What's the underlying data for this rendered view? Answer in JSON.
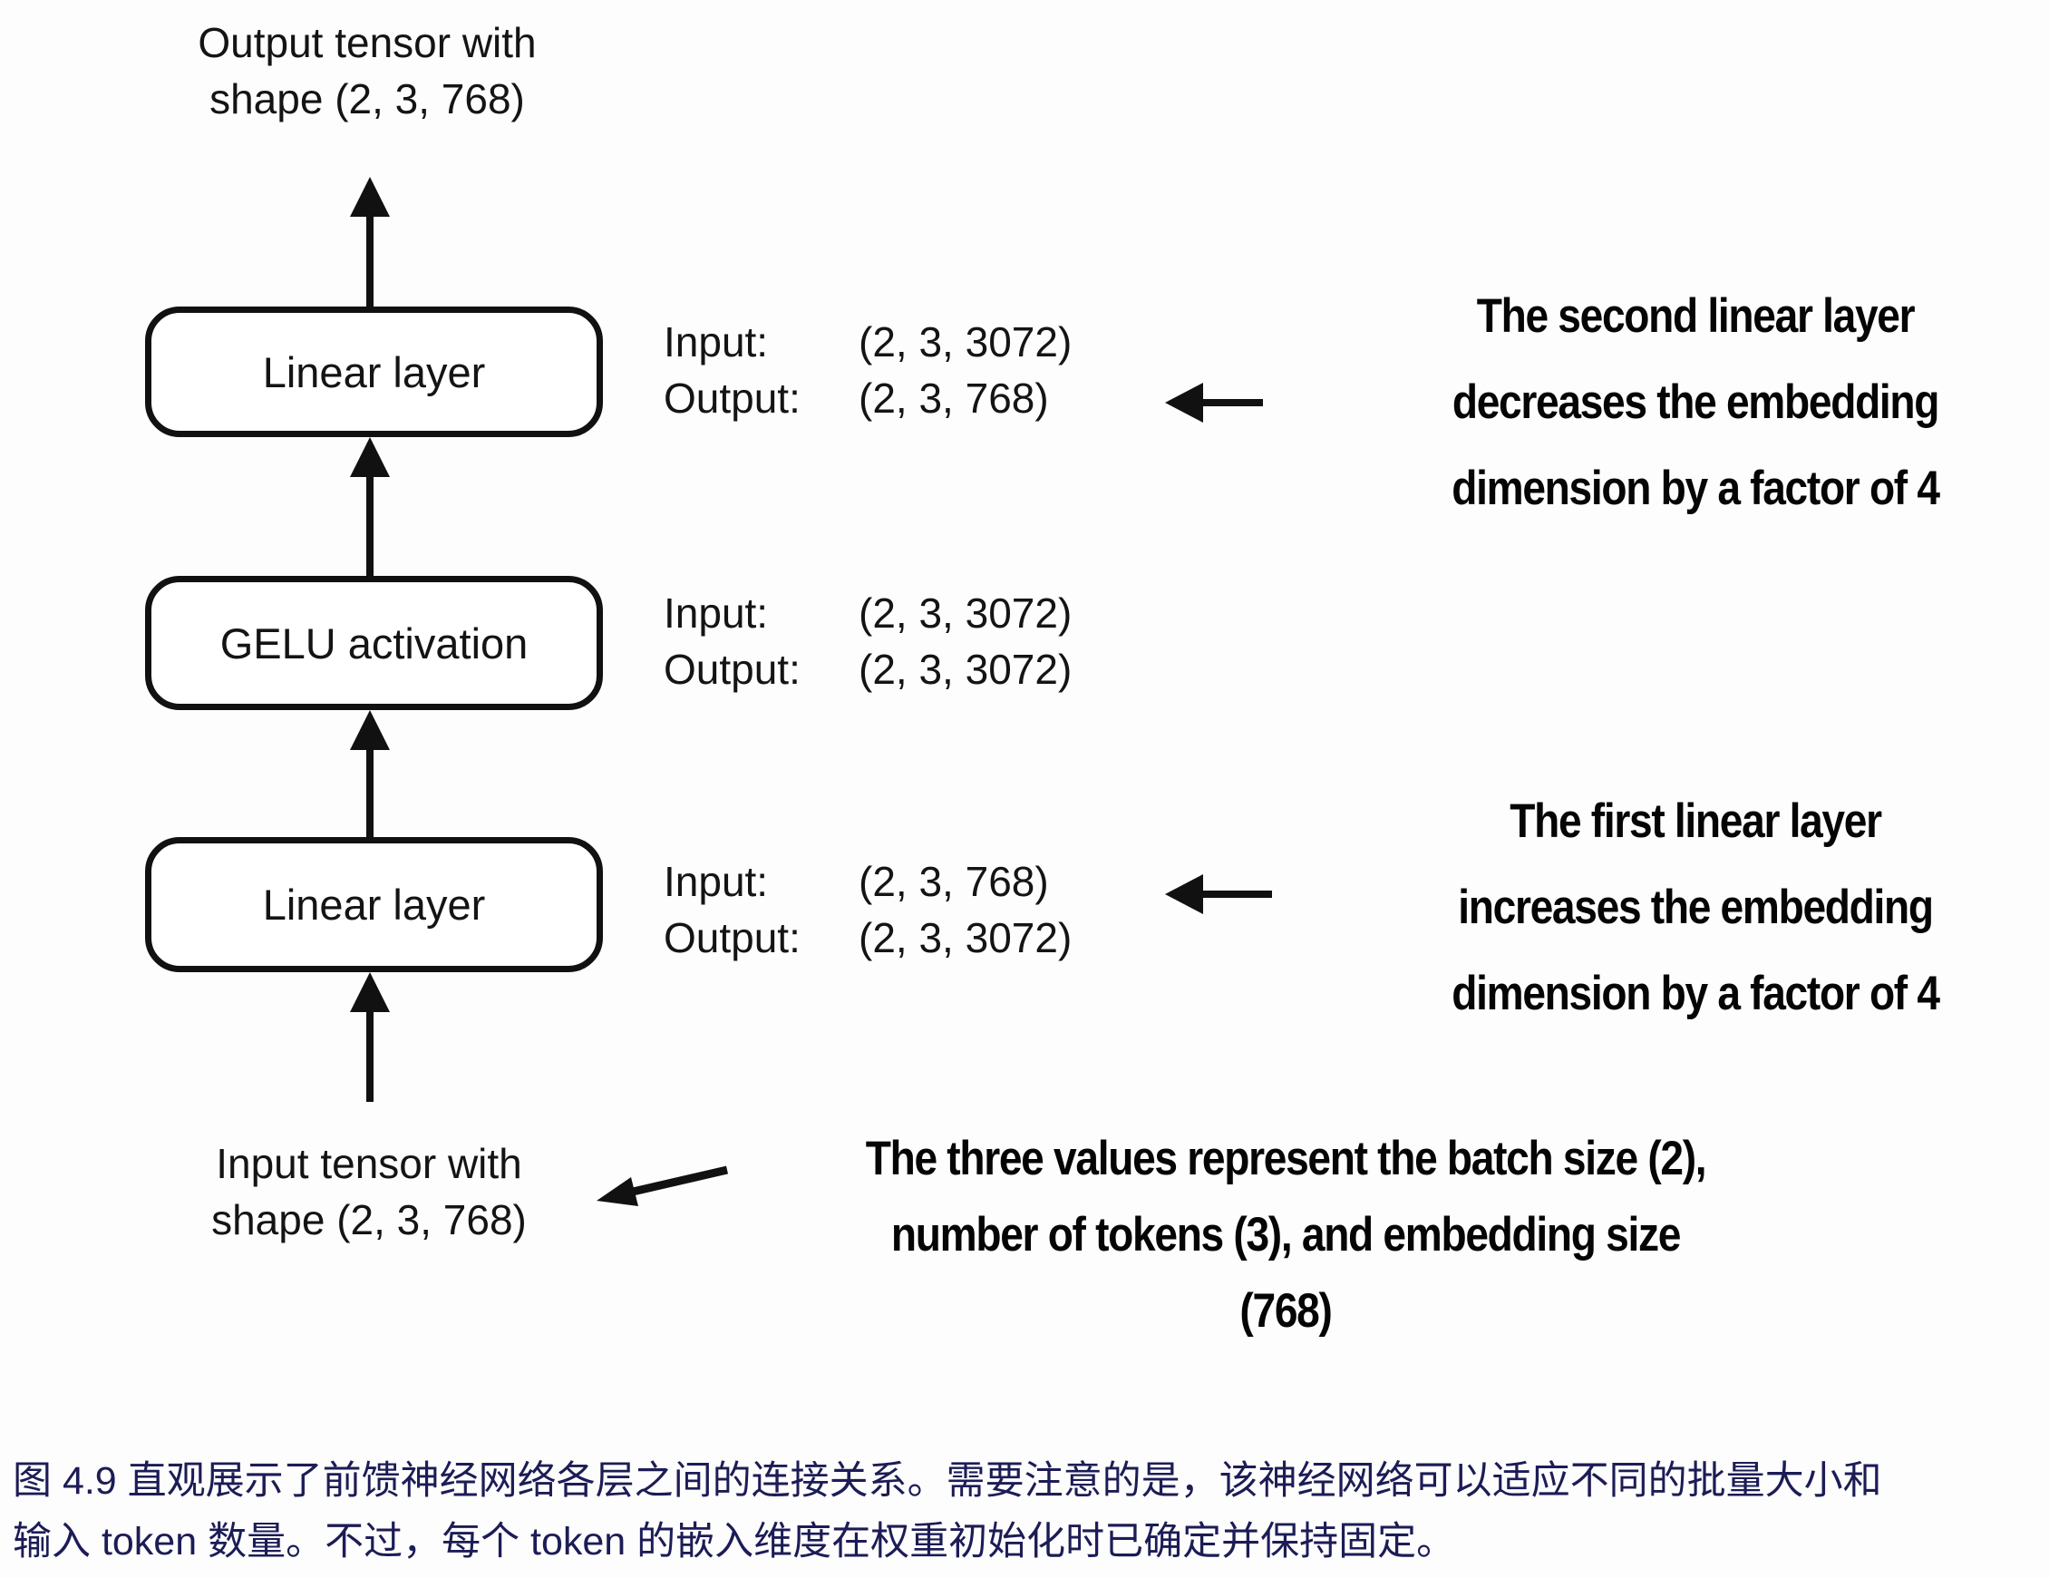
{
  "figure": {
    "output_tensor_label": "Output tensor with\nshape (2, 3, 768)",
    "input_tensor_label": "Input tensor with\nshape (2, 3, 768)",
    "nodes": [
      {
        "label": "Linear layer",
        "io": {
          "input_label": "Input:",
          "input_value": "(2, 3, 3072)",
          "output_label": "Output:",
          "output_value": "(2, 3, 768)"
        }
      },
      {
        "label": "GELU activation",
        "io": {
          "input_label": "Input:",
          "input_value": "(2, 3, 3072)",
          "output_label": "Output:",
          "output_value": "(2, 3, 3072)"
        }
      },
      {
        "label": "Linear layer",
        "io": {
          "input_label": "Input:",
          "input_value": "(2, 3, 768)",
          "output_label": "Output:",
          "output_value": "(2, 3, 3072)"
        }
      }
    ],
    "annotations": {
      "second_linear": "The second linear layer\ndecreases the embedding\ndimension by a factor of 4",
      "first_linear": "The first linear layer\nincreases the embedding\ndimension by a factor of 4",
      "tensor_values": "The three values represent the batch size (2),\nnumber of tokens (3), and embedding size\n(768)"
    }
  },
  "caption": {
    "text": "图 4.9 直观展示了前馈神经网络各层之间的连接关系。需要注意的是，该神经网络可以适应不同的批量大小和\n输入 token 数量。不过，每个 token 的嵌入维度在权重初始化时已确定并保持固定。"
  },
  "colors": {
    "diagram_ink": "#111111",
    "caption_color": "#1c1c56",
    "background": "#fdfdfd"
  }
}
